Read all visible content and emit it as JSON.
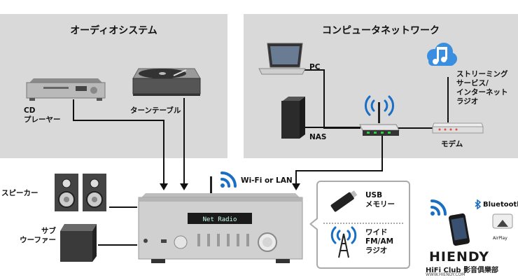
{
  "panels": {
    "audio_title": "オーディオシステム",
    "network_title": "コンピュータネットワーク"
  },
  "devices": {
    "cd": [
      "CD",
      "プレーヤー"
    ],
    "turntable": "ターンテーブル",
    "pc": "PC",
    "streaming": [
      "ストリーミング",
      "サービス/",
      "インターネット",
      "ラジオ"
    ],
    "nas": "NAS",
    "modem": "モデム",
    "wifi_lan": "Wi-Fi or LAN",
    "speaker": "スピーカー",
    "subwoofer": [
      "サブ",
      "ウーファー"
    ],
    "usb": [
      "USB",
      "メモリー"
    ],
    "radio": [
      "ワイド",
      "FM/AM",
      "ラジオ"
    ],
    "bluetooth": "Bluetooth",
    "airplay": "AirPlay",
    "receiver_display": "Net Radio"
  },
  "watermark": {
    "brand": "HIENDY",
    "club": "HiFi Club 影音俱樂部",
    "url": "WWW.HIENDY.COM"
  },
  "colors": {
    "panel": "#d9d9d9",
    "wire": "#111111",
    "wifi": "#1a6fc4",
    "cloud": "#3a8ee0"
  }
}
